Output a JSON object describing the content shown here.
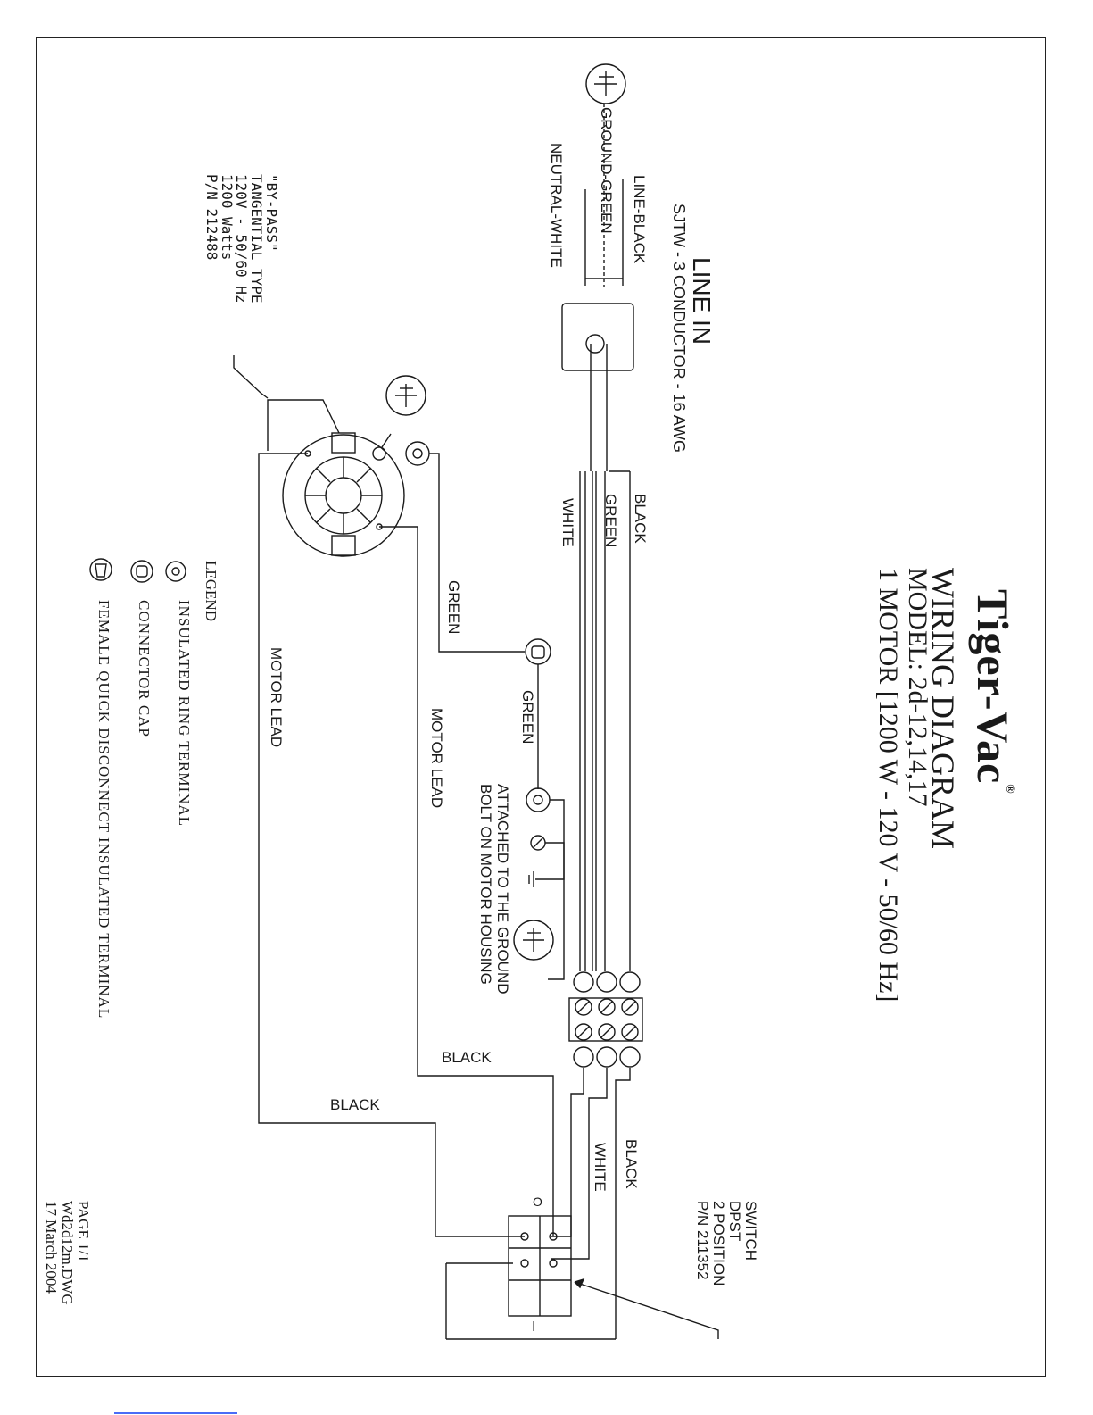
{
  "title": {
    "brand": "Tiger-Vac",
    "registered": "®",
    "heading": "WIRING DIAGRAM",
    "model": "MODEL: 2d-12,14,17",
    "motor": "1 MOTOR [1200 W - 120 V - 50/60 Hz]"
  },
  "line_in": {
    "title": "LINE IN",
    "conductor": "SJTW - 3 CONDUCTOR - 16 AWG",
    "line_black": "LINE-BLACK",
    "ground_green": "GROUND-GREEN",
    "neutral_white": "NEUTRAL-WHITE"
  },
  "cord_labels": {
    "black": "BLACK",
    "green": "GREEN",
    "white": "WHITE"
  },
  "motor": {
    "spec_lines": "\"BY-PASS\"\nTANGENTIAL TYPE\n120V - 50/60 Hz\n1200 Watts\nP/N 212488"
  },
  "wire_labels": {
    "green_ground": "GREEN",
    "green_bolt": "GREEN",
    "motor_lead_outer": "MOTOR LEAD",
    "motor_lead_inner": "MOTOR LEAD",
    "black_inner": "BLACK",
    "black_outer": "BLACK",
    "switch_black": "BLACK",
    "switch_white": "WHITE"
  },
  "ground_note": "ATTACHED TO THE GROUND\nBOLT ON MOTOR HOUSING",
  "switch": {
    "spec_lines": "SWITCH\nDPST\n2 POSITION\nP/N 211352",
    "pos_off": "O",
    "pos_on": "I"
  },
  "legend": {
    "title": "LEGEND",
    "items": [
      "INSULATED RING TERMINAL",
      "CONNECTOR CAP",
      "FEMALE QUICK DISCONNECT INSULATED TERMINAL"
    ]
  },
  "footer": {
    "lines": "PAGE 1/1\nWd2d12m.DWG\n17 March 2004"
  }
}
